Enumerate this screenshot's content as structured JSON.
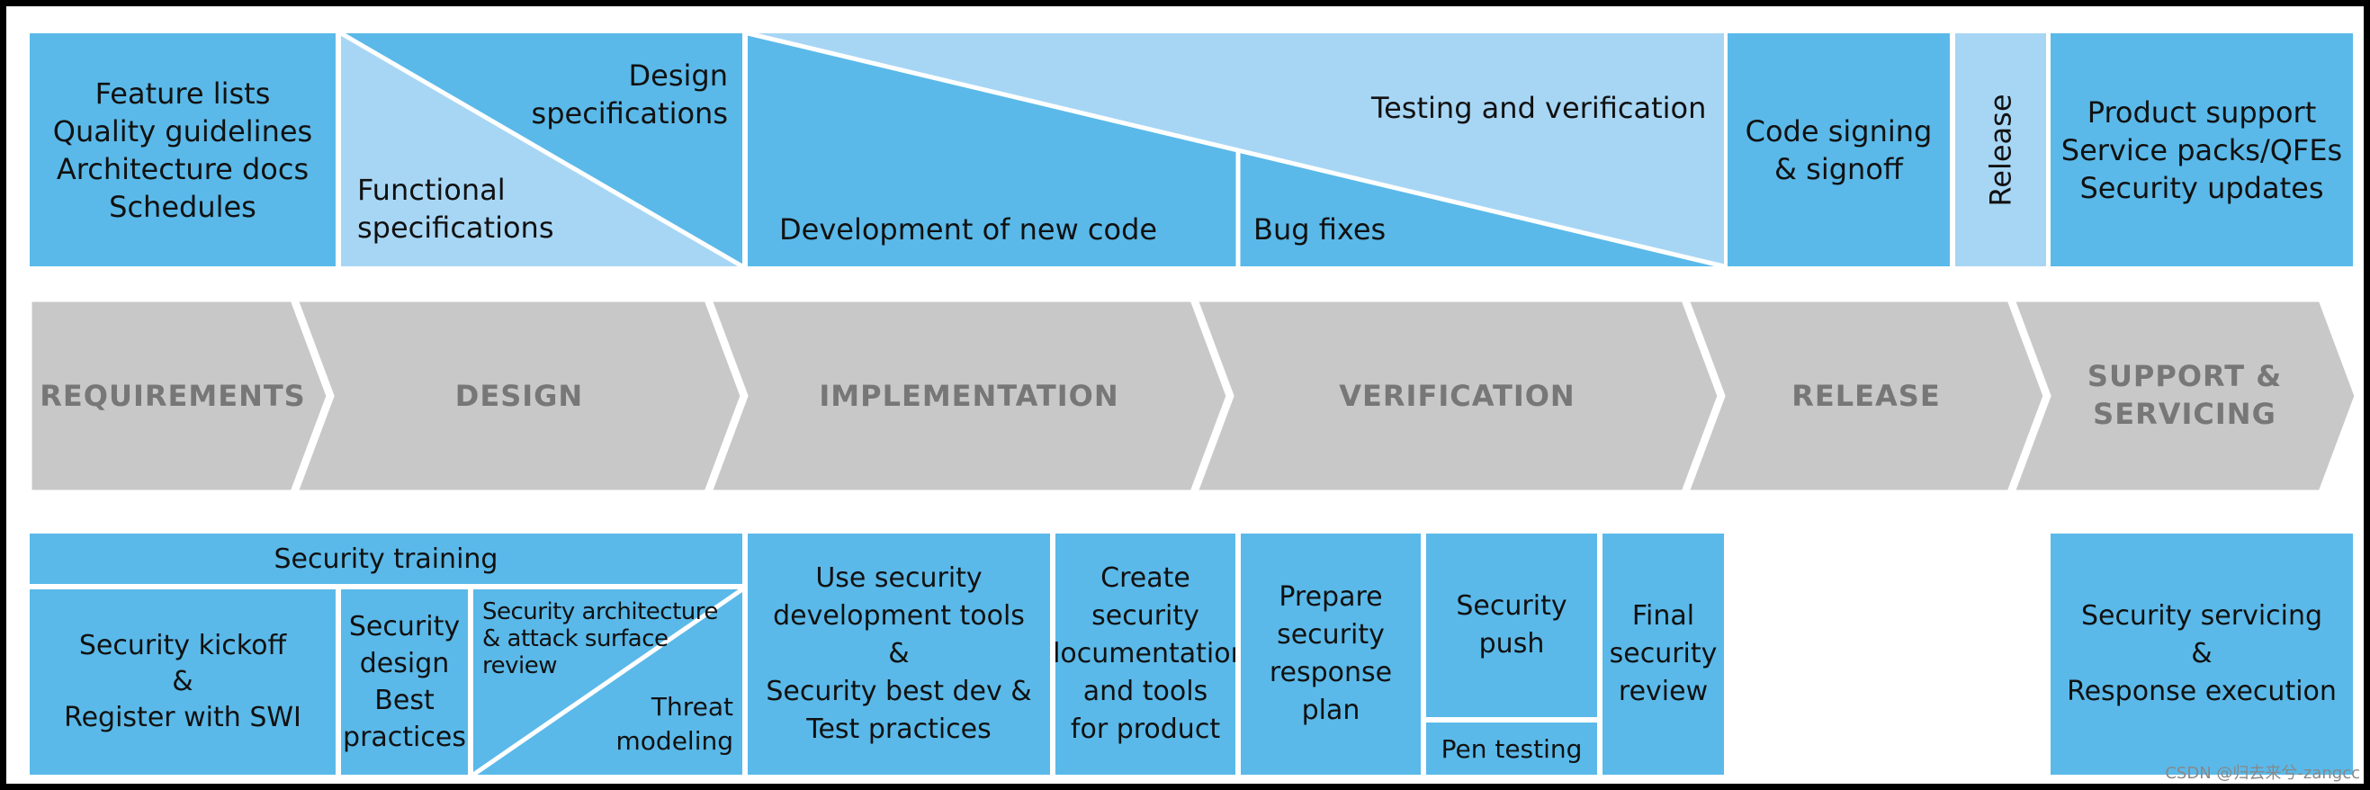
{
  "top": {
    "requirements_box": "Feature lists\nQuality guidelines\nArchitecture docs\nSchedules",
    "design_specs": "Design\nspecifications",
    "functional_specs": "Functional\nspecifications",
    "testing": "Testing and verification",
    "development": "Development of new code",
    "bug_fixes": "Bug fixes",
    "code_signing": "Code signing\n& signoff",
    "release": "Release",
    "support": "Product support\nService packs/QFEs\nSecurity updates"
  },
  "phases": [
    {
      "label": "REQUIREMENTS"
    },
    {
      "label": "DESIGN"
    },
    {
      "label": "IMPLEMENTATION"
    },
    {
      "label": "VERIFICATION"
    },
    {
      "label": "RELEASE"
    },
    {
      "label": "SUPPORT &\nSERVICING"
    }
  ],
  "bottom": {
    "security_training": "Security training",
    "kickoff": "Security kickoff\n&\nRegister with SWI",
    "design_best": "Security\ndesign\nBest\npractices",
    "arch_review": "Security architecture\n& attack surface\nreview",
    "threat_modeling": "Threat\nmodeling",
    "dev_tools": "Use security\ndevelopment tools\n&\nSecurity best dev &\nTest practices",
    "documentation": "Create\nsecurity\ndocumentation\nand tools\nfor product",
    "response_plan": "Prepare\nsecurity\nresponse\nplan",
    "security_push": "Security\npush",
    "pen_testing": "Pen testing",
    "final_review": "Final\nsecurity\nreview",
    "servicing": "Security servicing\n&\nResponse execution"
  },
  "watermark": "CSDN @归去来兮-zangcc",
  "colors": {
    "blue": "#5ab9e9",
    "light_blue": "#a7d6f5",
    "arrow_gray": "#c8c8c8",
    "label_gray": "#777777"
  }
}
